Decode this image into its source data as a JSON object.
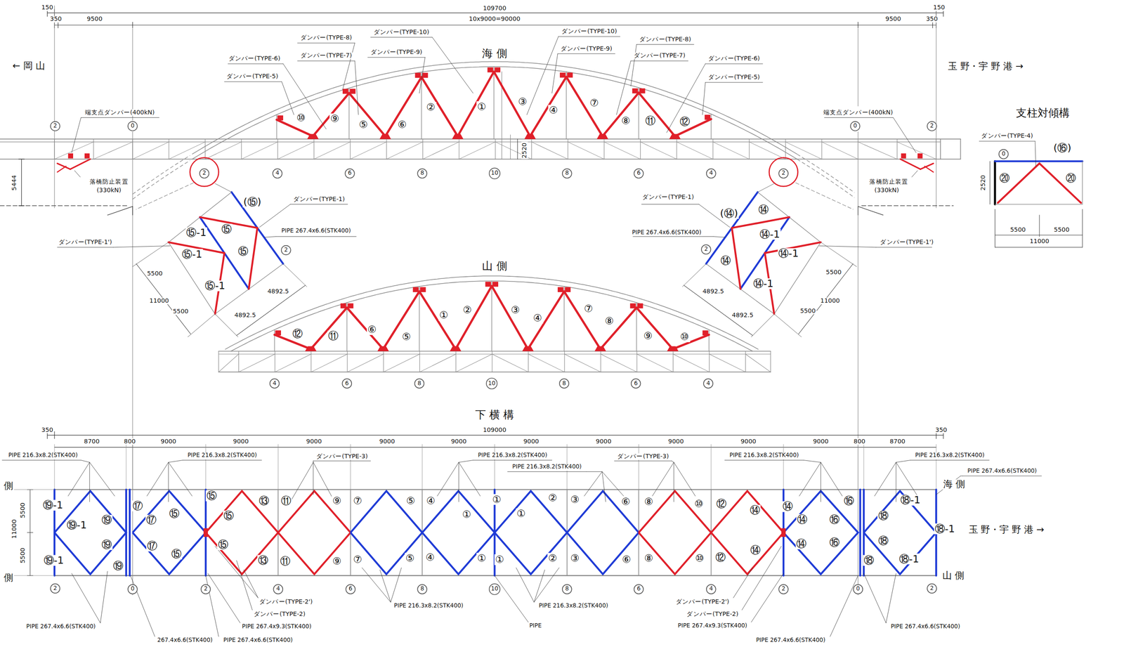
{
  "diagram": {
    "nodes": [
      {
        "text": [
          "2"
        ]
      },
      {
        "text": [
          "0"
        ]
      },
      {
        "text": [
          "0"
        ]
      },
      {
        "text": [
          "2"
        ]
      },
      {
        "text": [
          "0"
        ]
      },
      {
        "text": [
          "2"
        ]
      },
      {
        "text": [
          "4"
        ]
      },
      {
        "text": [
          "6"
        ]
      },
      {
        "text": [
          "8"
        ]
      },
      {
        "text": [
          "10"
        ]
      },
      {
        "text": [
          "8"
        ]
      },
      {
        "text": [
          "6"
        ]
      },
      {
        "text": [
          "4"
        ]
      },
      {
        "text": [
          "2"
        ]
      },
      {
        "text": [
          "2"
        ]
      },
      {
        "text": [
          "2"
        ]
      },
      {
        "text": [
          "4"
        ]
      },
      {
        "text": [
          "6"
        ]
      },
      {
        "text": [
          "8"
        ]
      },
      {
        "text": [
          "10"
        ]
      },
      {
        "text": [
          "8"
        ]
      },
      {
        "text": [
          "6"
        ]
      },
      {
        "text": [
          "4"
        ]
      },
      {
        "text": [
          "2"
        ]
      },
      {
        "text": [
          "0"
        ]
      },
      {
        "text": [
          "2"
        ]
      },
      {
        "text": [
          "4"
        ]
      },
      {
        "text": [
          "6"
        ]
      },
      {
        "text": [
          "8"
        ]
      },
      {
        "text": [
          "10"
        ]
      },
      {
        "text": [
          "8"
        ]
      },
      {
        "text": [
          "6"
        ]
      },
      {
        "text": [
          "4"
        ]
      },
      {
        "text": [
          "2"
        ]
      },
      {
        "text": [
          "0"
        ]
      },
      {
        "text": [
          "2"
        ]
      }
    ],
    "labels": [
      "150",
      "109700",
      "150",
      "350",
      "9500",
      "10x9000=90000",
      "9500",
      "350",
      "← 岡 山",
      "海 側",
      "玉 野・宇 野 港 →",
      "ダンパー(TYPE-10)",
      "ダンパー(TYPE-8)",
      "ダンパー(TYPE-9)",
      "ダンパー(TYPE-7)",
      "ダンパー(TYPE-6)",
      "ダンパー(TYPE-5)",
      "ダンパー(TYPE-10)",
      "ダンパー(TYPE-9)",
      "ダンパー(TYPE-8)",
      "ダンパー(TYPE-7)",
      "ダンパー(TYPE-6)",
      "ダンパー(TYPE-5)",
      "⑩",
      "⑨",
      "⑤",
      "⑥",
      "②",
      "①",
      "③",
      "④",
      "⑦",
      "⑧",
      "⑪",
      "⑫",
      "端支点ダンパー(400kN)",
      "端支点ダンパー(400kN)",
      "2520",
      "落橋防止装置",
      "(330kN)",
      "落橋防止装置",
      "(330kN)",
      "5444",
      "(⑮)",
      "ダンパー(TYPE-1)",
      "⑮-1",
      "⑮",
      "PIPE 267.4x6.6(STK400)",
      "⑮-1",
      "⑮",
      "ダンパー(TYPE-1')",
      "⑮-1",
      "5500",
      "11000",
      "5500",
      "4892.5",
      "4892.5",
      "ダンパー(TYPE-1)",
      "(⑭)",
      "⑭",
      "PIPE 267.4x6.6(STK400)",
      "⑭-1",
      "⑭",
      "⑭-1",
      "ダンパー(TYPE-1')",
      "⑭-1",
      "5500",
      "4892.5",
      "11000",
      "4892.5",
      "5500",
      "支柱対傾構",
      "ダンパー(TYPE-4)",
      "2520",
      "(⑯)",
      "⑳",
      "⑳",
      "5500",
      "5500",
      "11000",
      "山 側",
      "⑫",
      "⑪",
      "⑥",
      "⑤",
      "①",
      "②",
      "③",
      "④",
      "⑦",
      "⑧",
      "⑨",
      "⑩",
      "下 横 構",
      "350",
      "109000",
      "350",
      "8700",
      "800",
      "9000",
      "9000",
      "9000",
      "9000",
      "9000",
      "9000",
      "9000",
      "9000",
      "9000",
      "9000",
      "800",
      "8700",
      "PIPE 216.3x8.2(STK400)",
      "PIPE 216.3x8.2(STK400)",
      "ダンパー(TYPE-3)",
      "PIPE 216.3x8.2(STK400)",
      "PIPE 216.3x8.2(STK400)",
      "ダンパー(TYPE-3)",
      "PIPE 216.3x8.2(STK400)",
      "PIPE 216.3x8.2(STK400)",
      "PIPE 267.4x6.6(STK400)",
      "側",
      "海 側",
      "側",
      "山 側",
      "玉 野・宇 野 港 →",
      "5500",
      "11000",
      "5500",
      "⑲-1",
      "⑰",
      "⑮",
      "⑬",
      "⑪",
      "⑨",
      "⑦",
      "⑤",
      "④",
      "①",
      "②",
      "③",
      "⑥",
      "⑧",
      "⑩",
      "⑫",
      "⑭",
      "⑭",
      "⑯",
      "⑱-1",
      "⑲-1",
      "⑲",
      "⑰",
      "⑮",
      "⑮",
      "①",
      "①",
      "⑭",
      "⑯",
      "⑱",
      "⑱-1",
      "⑲",
      "⑰",
      "⑮",
      "⑮",
      "⑭",
      "⑭",
      "⑯",
      "⑱",
      "⑲-1",
      "⑲",
      "⑬",
      "⑪",
      "⑨",
      "⑦",
      "⑤",
      "④",
      "①",
      "①",
      "②",
      "③",
      "⑥",
      "⑧",
      "⑩",
      "⑫",
      "⑱",
      "⑱-1",
      "ダンパー(TYPE-2')",
      "ダンパー(TYPE-2)",
      "PIPE 216.3x8.2(STK400)",
      "PIPE 216.3x8.2(STK400)",
      "ダンパー(TYPE-2')",
      "ダンパー(TYPE-2)",
      "PIPE 267.4x6.6(STK400)",
      "PIPE 267.4x9.3(STK400)",
      "PIPE",
      "PIPE 267.4x9.3(STK400)",
      "PIPE 267.4x6.6(STK400)",
      "267.4x6.6(STK400)",
      "PIPE 267.4x6.6(STK400)",
      "PIPE 267.4x6.6(STK400)"
    ]
  }
}
